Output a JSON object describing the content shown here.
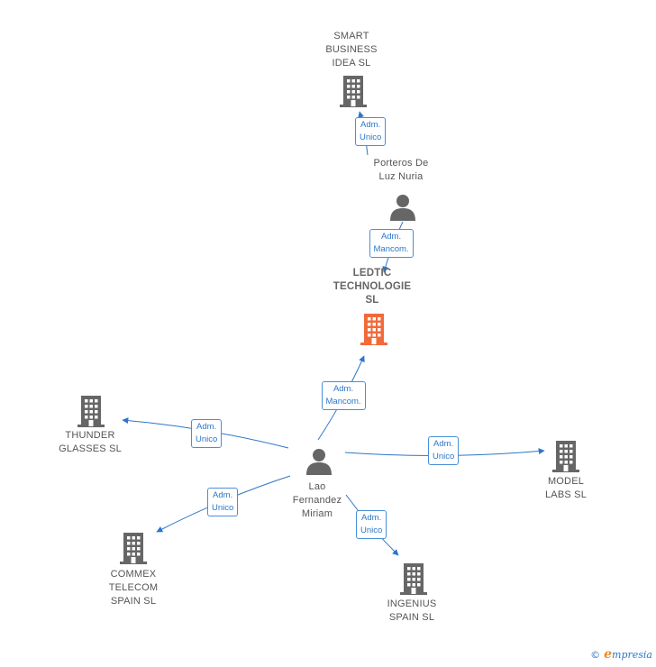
{
  "colors": {
    "accent": "#2c76c9",
    "node": "#666666",
    "focus": "#f26a3a",
    "brand_orange": "#f08a1c"
  },
  "nodes": [
    {
      "id": "smart",
      "kind": "company",
      "label": "SMART\nBUSINESS\nIDEA  SL"
    },
    {
      "id": "porteros",
      "kind": "person",
      "label": "Porteros De\nLuz Nuria"
    },
    {
      "id": "ledtic",
      "kind": "company-focus",
      "label": "LEDTIC\nTECHNOLOGIE\nSL"
    },
    {
      "id": "thunder",
      "kind": "company",
      "label": "THUNDER\nGLASSES  SL"
    },
    {
      "id": "lao",
      "kind": "person",
      "label": "Lao\nFernandez\nMiriam"
    },
    {
      "id": "model",
      "kind": "company",
      "label": "MODEL\nLABS  SL"
    },
    {
      "id": "commex",
      "kind": "company",
      "label": "COMMEX\nTELECOM\nSPAIN  SL"
    },
    {
      "id": "ingenius",
      "kind": "company",
      "label": "INGENIUS\nSPAIN  SL"
    }
  ],
  "edges": [
    {
      "from": "porteros",
      "to": "smart",
      "label": "Adm.\nUnico"
    },
    {
      "from": "porteros",
      "to": "ledtic",
      "label": "Adm.\nMancom."
    },
    {
      "from": "lao",
      "to": "ledtic",
      "label": "Adm.\nMancom."
    },
    {
      "from": "lao",
      "to": "thunder",
      "label": "Adm.\nUnico"
    },
    {
      "from": "lao",
      "to": "model",
      "label": "Adm.\nUnico"
    },
    {
      "from": "lao",
      "to": "commex",
      "label": "Adm.\nUnico"
    },
    {
      "from": "lao",
      "to": "ingenius",
      "label": "Adm.\nUnico"
    }
  ],
  "footer": {
    "copyright": "©",
    "brand_first": "e",
    "brand_rest": "mpresia"
  }
}
